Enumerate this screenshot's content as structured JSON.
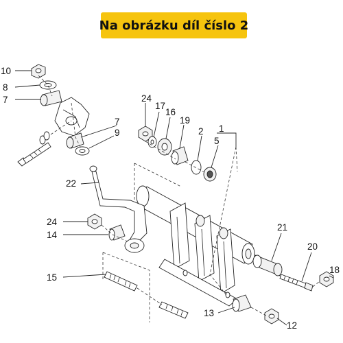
{
  "banner": {
    "text": "Na obrázku díl číslo 2",
    "color": "#f6c40e"
  },
  "callouts": [
    "10",
    "8",
    "7",
    "24",
    "17",
    "16",
    "7",
    "9",
    "19",
    "2",
    "1",
    "5",
    "22",
    "24",
    "14",
    "21",
    "20",
    "15",
    "18",
    "12",
    "13"
  ]
}
